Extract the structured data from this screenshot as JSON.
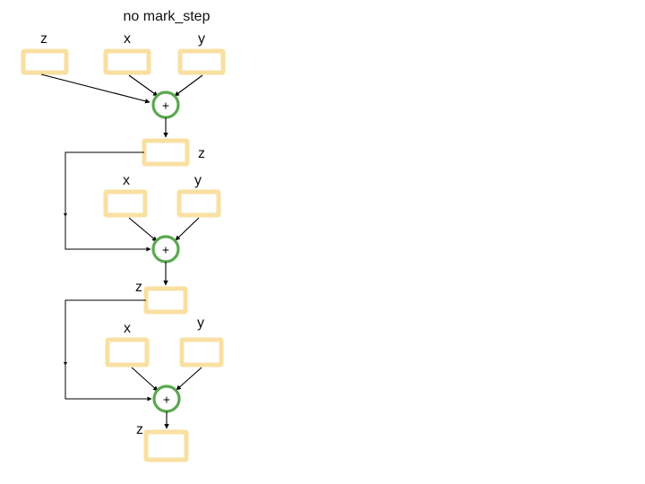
{
  "title": "no mark_step",
  "colors": {
    "box_border": "#f9e0a2",
    "box_fill": "#ffffff",
    "op_border": "#5aa84f",
    "op_fill": "#ffffff",
    "edge": "#000000",
    "text": "#111111",
    "background": "#ffffff"
  },
  "graph": {
    "op_symbol": "+",
    "blocks": [
      {
        "index": 1,
        "inputs": [
          {
            "label": "z",
            "name": "z-input-1"
          },
          {
            "label": "x",
            "name": "x-input-1"
          },
          {
            "label": "y",
            "name": "y-input-1"
          }
        ],
        "operation": {
          "label": "+",
          "name": "add-op-1"
        },
        "output": {
          "label": "z",
          "name": "z-output-1"
        }
      },
      {
        "index": 2,
        "inputs": [
          {
            "label": "x",
            "name": "x-input-2"
          },
          {
            "label": "y",
            "name": "y-input-2"
          }
        ],
        "operation": {
          "label": "+",
          "name": "add-op-2"
        },
        "output": {
          "label": "z",
          "name": "z-output-2"
        }
      },
      {
        "index": 3,
        "inputs": [
          {
            "label": "x",
            "name": "x-input-3"
          },
          {
            "label": "y",
            "name": "y-input-3"
          }
        ],
        "operation": {
          "label": "+",
          "name": "add-op-3"
        },
        "output": {
          "label": "z",
          "name": "z-output-3"
        }
      }
    ]
  },
  "labels": {
    "title": "no mark_step",
    "z1": "z",
    "x1": "x",
    "y1": "y",
    "plus1": "+",
    "z2": "z",
    "x2": "x",
    "y2": "y",
    "plus2": "+",
    "z3": "z",
    "x3": "x",
    "y3": "y",
    "plus3": "+",
    "z4": "z"
  }
}
